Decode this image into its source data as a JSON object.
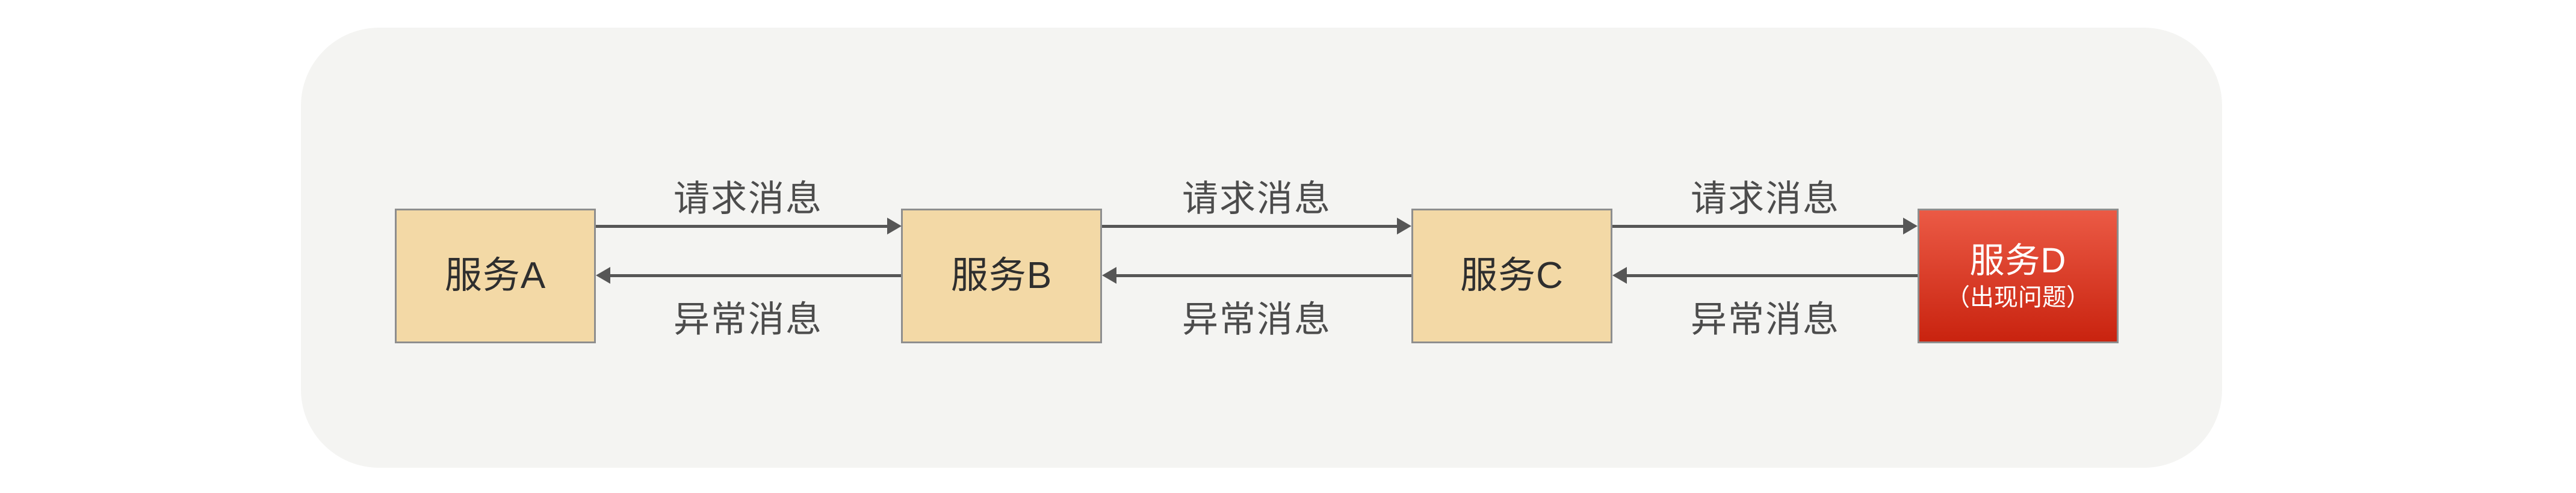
{
  "colors": {
    "page-bg": "#ffffff",
    "panel-bg": "#f4f4f2",
    "node-fill": "#f3d9a6",
    "node-border": "#8e8e8e",
    "error-top": "#eb5a45",
    "error-bottom": "#c9230f",
    "arrow": "#565656",
    "edge-label": "#4c4c4c",
    "node-text": "#2e2e2e",
    "error-text": "#ffffff"
  },
  "nodes": [
    {
      "id": "service-a",
      "label": "服务A"
    },
    {
      "id": "service-b",
      "label": "服务B"
    },
    {
      "id": "service-c",
      "label": "服务C"
    },
    {
      "id": "service-d",
      "label": "服务D",
      "sublabel": "（出现问题）"
    }
  ],
  "edges": [
    {
      "from": "服务A",
      "to": "服务B",
      "request_label": "请求消息",
      "exception_label": "异常消息"
    },
    {
      "from": "服务B",
      "to": "服务C",
      "request_label": "请求消息",
      "exception_label": "异常消息"
    },
    {
      "from": "服务C",
      "to": "服务D",
      "request_label": "请求消息",
      "exception_label": "异常消息"
    }
  ]
}
